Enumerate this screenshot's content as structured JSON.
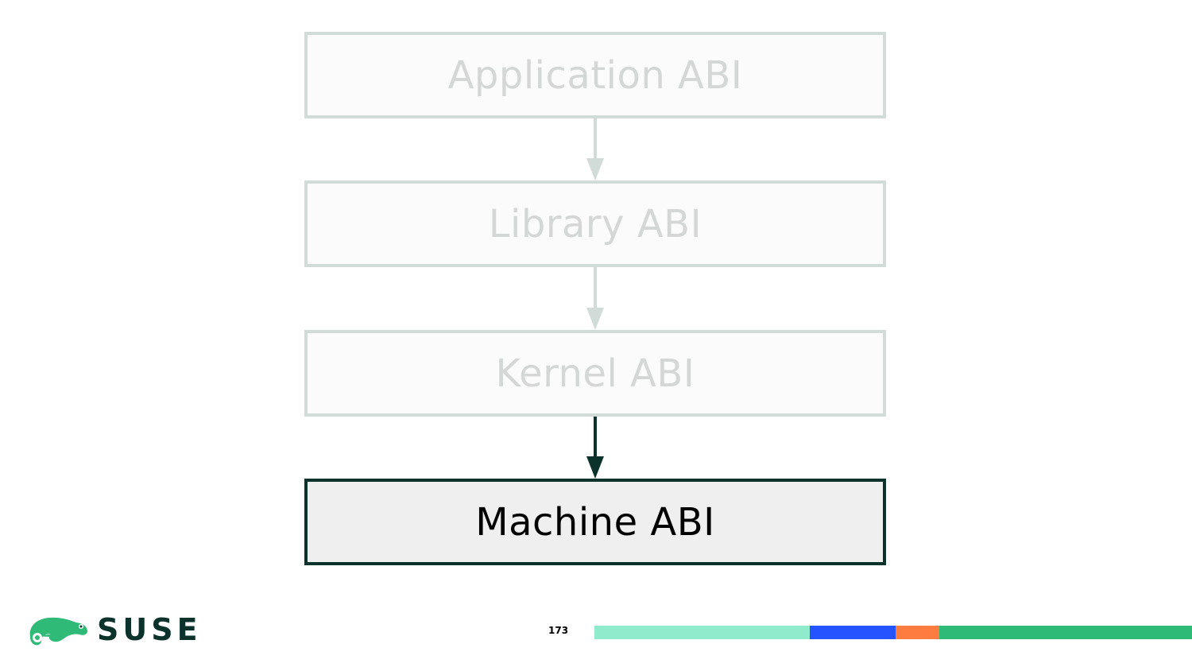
{
  "diagram": {
    "boxes": [
      {
        "label": "Application ABI",
        "state": "dimmed"
      },
      {
        "label": "Library ABI",
        "state": "dimmed"
      },
      {
        "label": "Kernel ABI",
        "state": "dimmed"
      },
      {
        "label": "Machine ABI",
        "state": "highlighted"
      }
    ],
    "arrows": [
      {
        "from": "Application ABI",
        "to": "Library ABI",
        "state": "dimmed"
      },
      {
        "from": "Library ABI",
        "to": "Kernel ABI",
        "state": "dimmed"
      },
      {
        "from": "Kernel ABI",
        "to": "Machine ABI",
        "state": "highlighted"
      }
    ]
  },
  "footer": {
    "logo_text": "SUSE",
    "page_number": "173"
  },
  "colors": {
    "dim_border": "#d1dbd8",
    "dim_text": "#d4d7d6",
    "active_border": "#0c322c",
    "active_fill": "#efefef",
    "brand_green": "#30ba78",
    "bar_mint": "#90ebcd",
    "bar_blue": "#2453ff",
    "bar_orange": "#fe7c3f",
    "bar_green": "#30ba78"
  }
}
